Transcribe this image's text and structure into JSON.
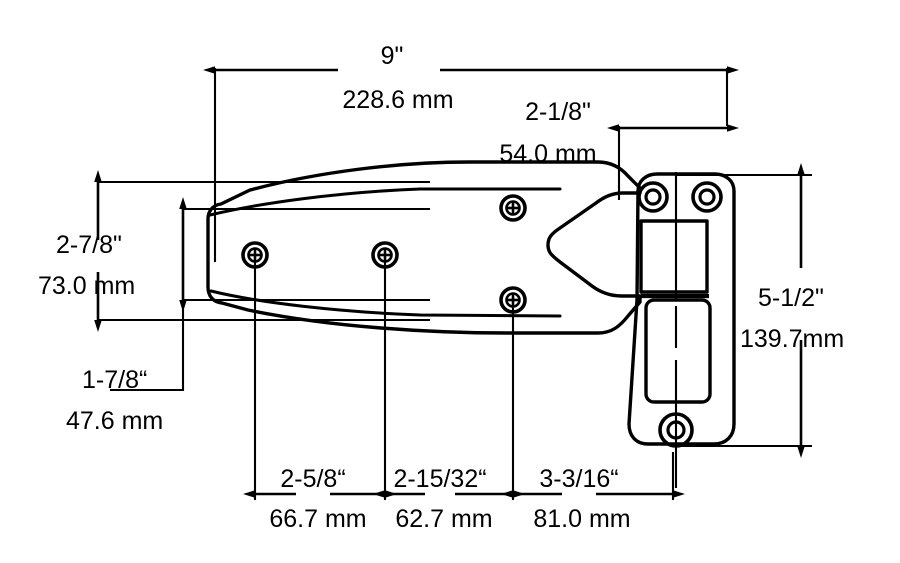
{
  "drawing": {
    "title": "Refrigerator door hinge dimensioned technical drawing",
    "subject": "hinge",
    "line_color": "#000000",
    "background_color": "#ffffff",
    "view": "front elevation"
  },
  "dimensions": {
    "overall_length": {
      "id": "overall-length",
      "imperial": "9\"",
      "metric": "228.6 mm",
      "orientation": "horizontal",
      "position": "top"
    },
    "right_plate_width": {
      "id": "right-plate-width",
      "imperial": "2-1/8\"",
      "metric": "54.0 mm",
      "orientation": "horizontal",
      "position": "top-right"
    },
    "outer_height": {
      "id": "leaf-outer-height",
      "imperial": "2-7/8\"",
      "metric": "73.0 mm",
      "orientation": "vertical",
      "position": "left-outer"
    },
    "inner_height": {
      "id": "leaf-inner-height",
      "imperial": "1-7/8“",
      "metric": "47.6 mm",
      "orientation": "vertical",
      "position": "left-inner"
    },
    "overall_height": {
      "id": "overall-height",
      "imperial": "5-1/2\"",
      "metric": "139.7mm",
      "orientation": "vertical",
      "position": "right"
    },
    "hole_spacing_1": {
      "id": "hole-spacing-1",
      "imperial": "2-5/8“",
      "metric": "66.7 mm",
      "orientation": "horizontal",
      "position": "bottom"
    },
    "hole_spacing_2": {
      "id": "hole-spacing-2",
      "imperial": "2-15/32“",
      "metric": "62.7 mm",
      "orientation": "horizontal",
      "position": "bottom"
    },
    "hole_spacing_3": {
      "id": "hole-spacing-3",
      "imperial": "3-3/16“",
      "metric": "81.0 mm",
      "orientation": "horizontal",
      "position": "bottom"
    }
  },
  "features": {
    "screw_holes_leaf": 4,
    "mount_holes_plate": 2,
    "pivot_hole_lower": 1,
    "recess_panels": 2
  }
}
